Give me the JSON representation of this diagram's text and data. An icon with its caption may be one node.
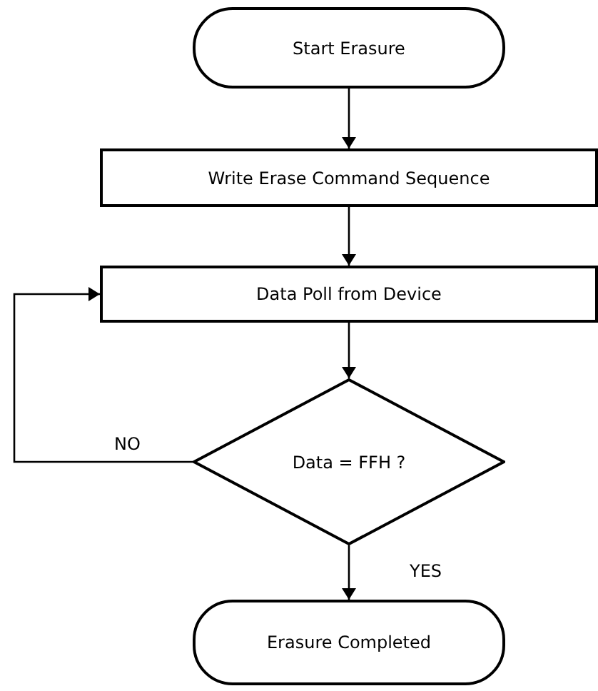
{
  "diagram": {
    "nodes": [
      {
        "text": [
          "Start Erasure"
        ]
      },
      {
        "text": [
          "Write Erase Command Sequence"
        ]
      },
      {
        "text": [
          "Data Poll from Device"
        ]
      },
      {
        "text": [
          "Data = FFH ?"
        ]
      },
      {
        "text": [
          "Erasure Completed"
        ]
      }
    ],
    "edges": [
      {
        "from": 0,
        "to": 1,
        "arrow": "to"
      },
      {
        "from": 1,
        "to": 2,
        "arrow": "to"
      },
      {
        "from": 2,
        "to": 3,
        "arrow": "to"
      },
      {
        "from": 3,
        "to": 4,
        "arrow": "to",
        "label": "YES"
      },
      {
        "from": 3,
        "to": 2,
        "arrow": "to",
        "label": "NO"
      }
    ]
  }
}
